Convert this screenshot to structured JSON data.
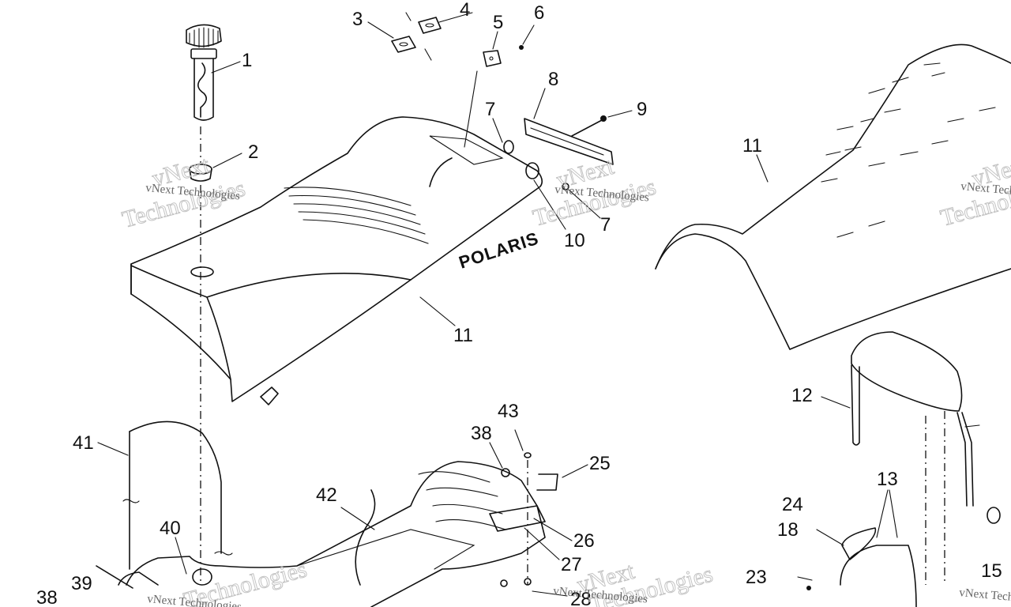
{
  "brand_text": "POLARIS",
  "watermark": {
    "company_line": "vNext Technologies",
    "word_vnext": "vNext",
    "word_technologies": "Technologies"
  },
  "callouts": {
    "c1": "1",
    "c2": "2",
    "c3": "3",
    "c4": "4",
    "c5": "5",
    "c6": "6",
    "c7a": "7",
    "c7b": "7",
    "c8": "8",
    "c9": "9",
    "c10": "10",
    "c11a": "11",
    "c11b": "11",
    "c12": "12",
    "c13": "13",
    "c15": "15",
    "c18": "18",
    "c23": "23",
    "c24": "24",
    "c25": "25",
    "c26": "26",
    "c27": "27",
    "c28": "28",
    "c38a": "38",
    "c38b": "38",
    "c39": "39",
    "c40": "40",
    "c41": "41",
    "c42": "42",
    "c43": "43"
  }
}
